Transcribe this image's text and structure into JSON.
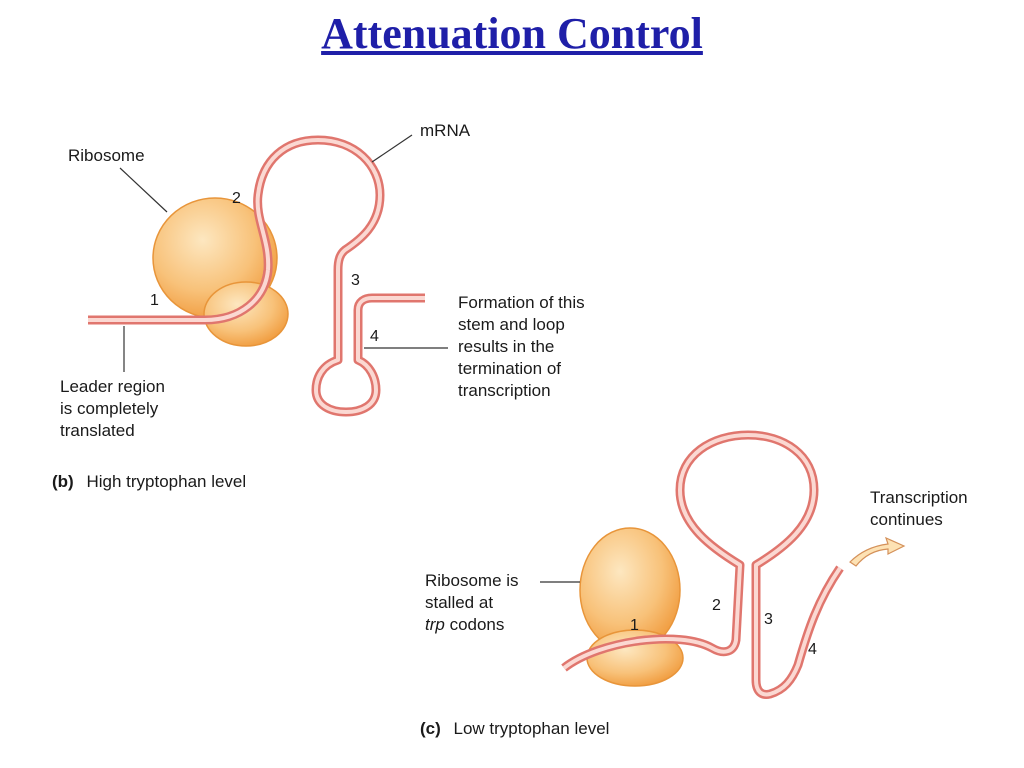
{
  "title": "Attenuation Control",
  "panel_b": {
    "label_ribosome": "Ribosome",
    "label_mrna": "mRNA",
    "num_1": "1",
    "num_2": "2",
    "num_3": "3",
    "num_4": "4",
    "leader_lines": [
      "Leader region",
      "is completely",
      "translated"
    ],
    "formation_lines": [
      "Formation of this",
      "stem and loop",
      "results in the",
      "termination of",
      "transcription"
    ],
    "caption_letter": "(b)",
    "caption_text": "High tryptophan level"
  },
  "panel_c": {
    "stalled_line1": "Ribosome is",
    "stalled_line2": "stalled at",
    "stalled_italic": "trp",
    "stalled_rest": " codons",
    "num_1": "1",
    "num_2": "2",
    "num_3": "3",
    "num_4": "4",
    "transcription_lines": [
      "Transcription",
      "continues"
    ],
    "caption_letter": "(c)",
    "caption_text": "Low tryptophan level"
  },
  "colors": {
    "title": "#1f1fa8",
    "mrna_outline": "#e0766e",
    "mrna_fill": "#fbd8d2",
    "ribosome_light": "#fde2b4",
    "ribosome_dark": "#f3a94a"
  }
}
